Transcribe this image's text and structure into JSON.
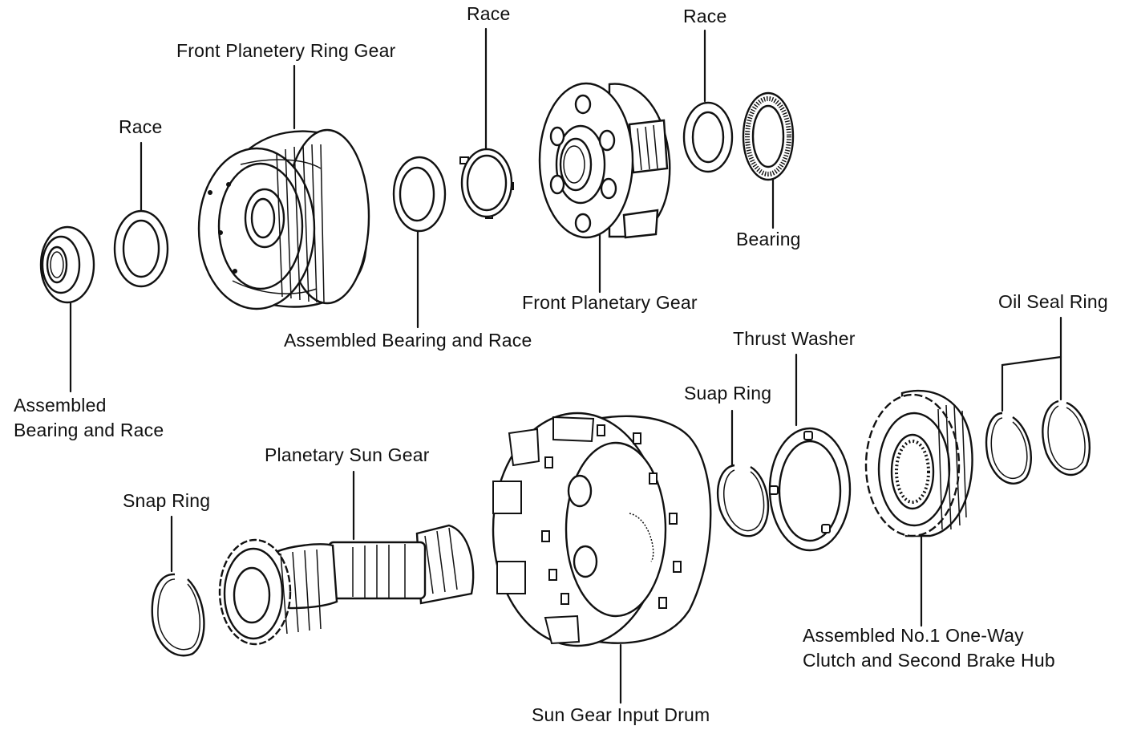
{
  "diagram": {
    "labels": {
      "race_top_center": "Race",
      "race_top_right": "Race",
      "front_planetary_ring_gear": "Front Planetery Ring Gear",
      "race_left": "Race",
      "assembled_bearing_race_center": "Assembled Bearing and Race",
      "front_planetary_gear": "Front Planetary Gear",
      "bearing": "Bearing",
      "oil_seal_ring": "Oil Seal Ring",
      "thrust_washer": "Thrust Washer",
      "snap_ring_right": "Suap Ring",
      "assembled_bearing_race_left_1": "Assembled",
      "assembled_bearing_race_left_2": "Bearing and Race",
      "planetary_sun_gear": "Planetary Sun Gear",
      "snap_ring_left": "Snap Ring",
      "one_way_clutch_1": "Assembled No.1 One-Way",
      "one_way_clutch_2": "Clutch and Second Brake Hub",
      "sun_gear_input_drum": "Sun Gear Input Drum"
    }
  }
}
